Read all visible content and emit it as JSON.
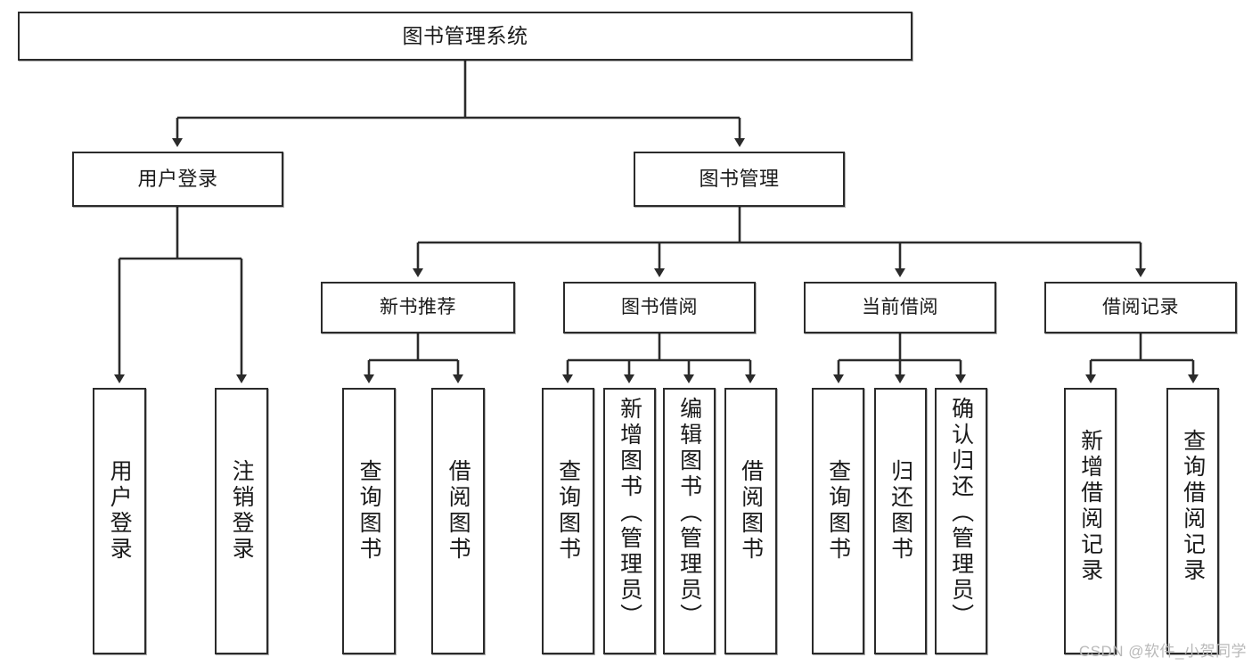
{
  "diagram": {
    "type": "tree-hierarchy",
    "title": "图书管理系统",
    "orientation": "top-down",
    "edge_style": "orthogonal-arrow",
    "colors": {
      "box_border": "#2b2b2b",
      "box_fill": "#ffffff",
      "link": "#2b2b2b",
      "text": "#1a1a1a",
      "watermark": "#b9b9b9"
    },
    "nodes": {
      "root": {
        "label": "图书管理系统"
      },
      "level1": [
        {
          "id": "user-login",
          "label": "用户登录"
        },
        {
          "id": "book-manage",
          "label": "图书管理"
        }
      ],
      "level2": [
        {
          "id": "new-book-recommend",
          "label": "新书推荐"
        },
        {
          "id": "book-borrow",
          "label": "图书借阅"
        },
        {
          "id": "current-borrow",
          "label": "当前借阅"
        },
        {
          "id": "borrow-record",
          "label": "借阅记录"
        }
      ],
      "leaves": {
        "user-login": [
          {
            "id": "leaf-user-login",
            "label": "用户登录"
          },
          {
            "id": "leaf-logout",
            "label": "注销登录"
          }
        ],
        "new-book-recommend": [
          {
            "id": "leaf-query-book-1",
            "label": "查询图书"
          },
          {
            "id": "leaf-borrow-book-1",
            "label": "借阅图书"
          }
        ],
        "book-borrow": [
          {
            "id": "leaf-query-book-2",
            "label": "查询图书"
          },
          {
            "id": "leaf-add-book",
            "label": "新增图书（管理员）"
          },
          {
            "id": "leaf-edit-book",
            "label": "编辑图书（管理员）"
          },
          {
            "id": "leaf-borrow-book-2",
            "label": "借阅图书"
          }
        ],
        "current-borrow": [
          {
            "id": "leaf-query-book-3",
            "label": "查询图书"
          },
          {
            "id": "leaf-return-book",
            "label": "归还图书"
          },
          {
            "id": "leaf-confirm-return",
            "label": "确认归还（管理员）"
          }
        ],
        "borrow-record": [
          {
            "id": "leaf-add-record",
            "label": "新增借阅记录"
          },
          {
            "id": "leaf-query-record",
            "label": "查询借阅记录"
          }
        ]
      }
    },
    "watermark": "CSDN @软件_小贺同学"
  }
}
